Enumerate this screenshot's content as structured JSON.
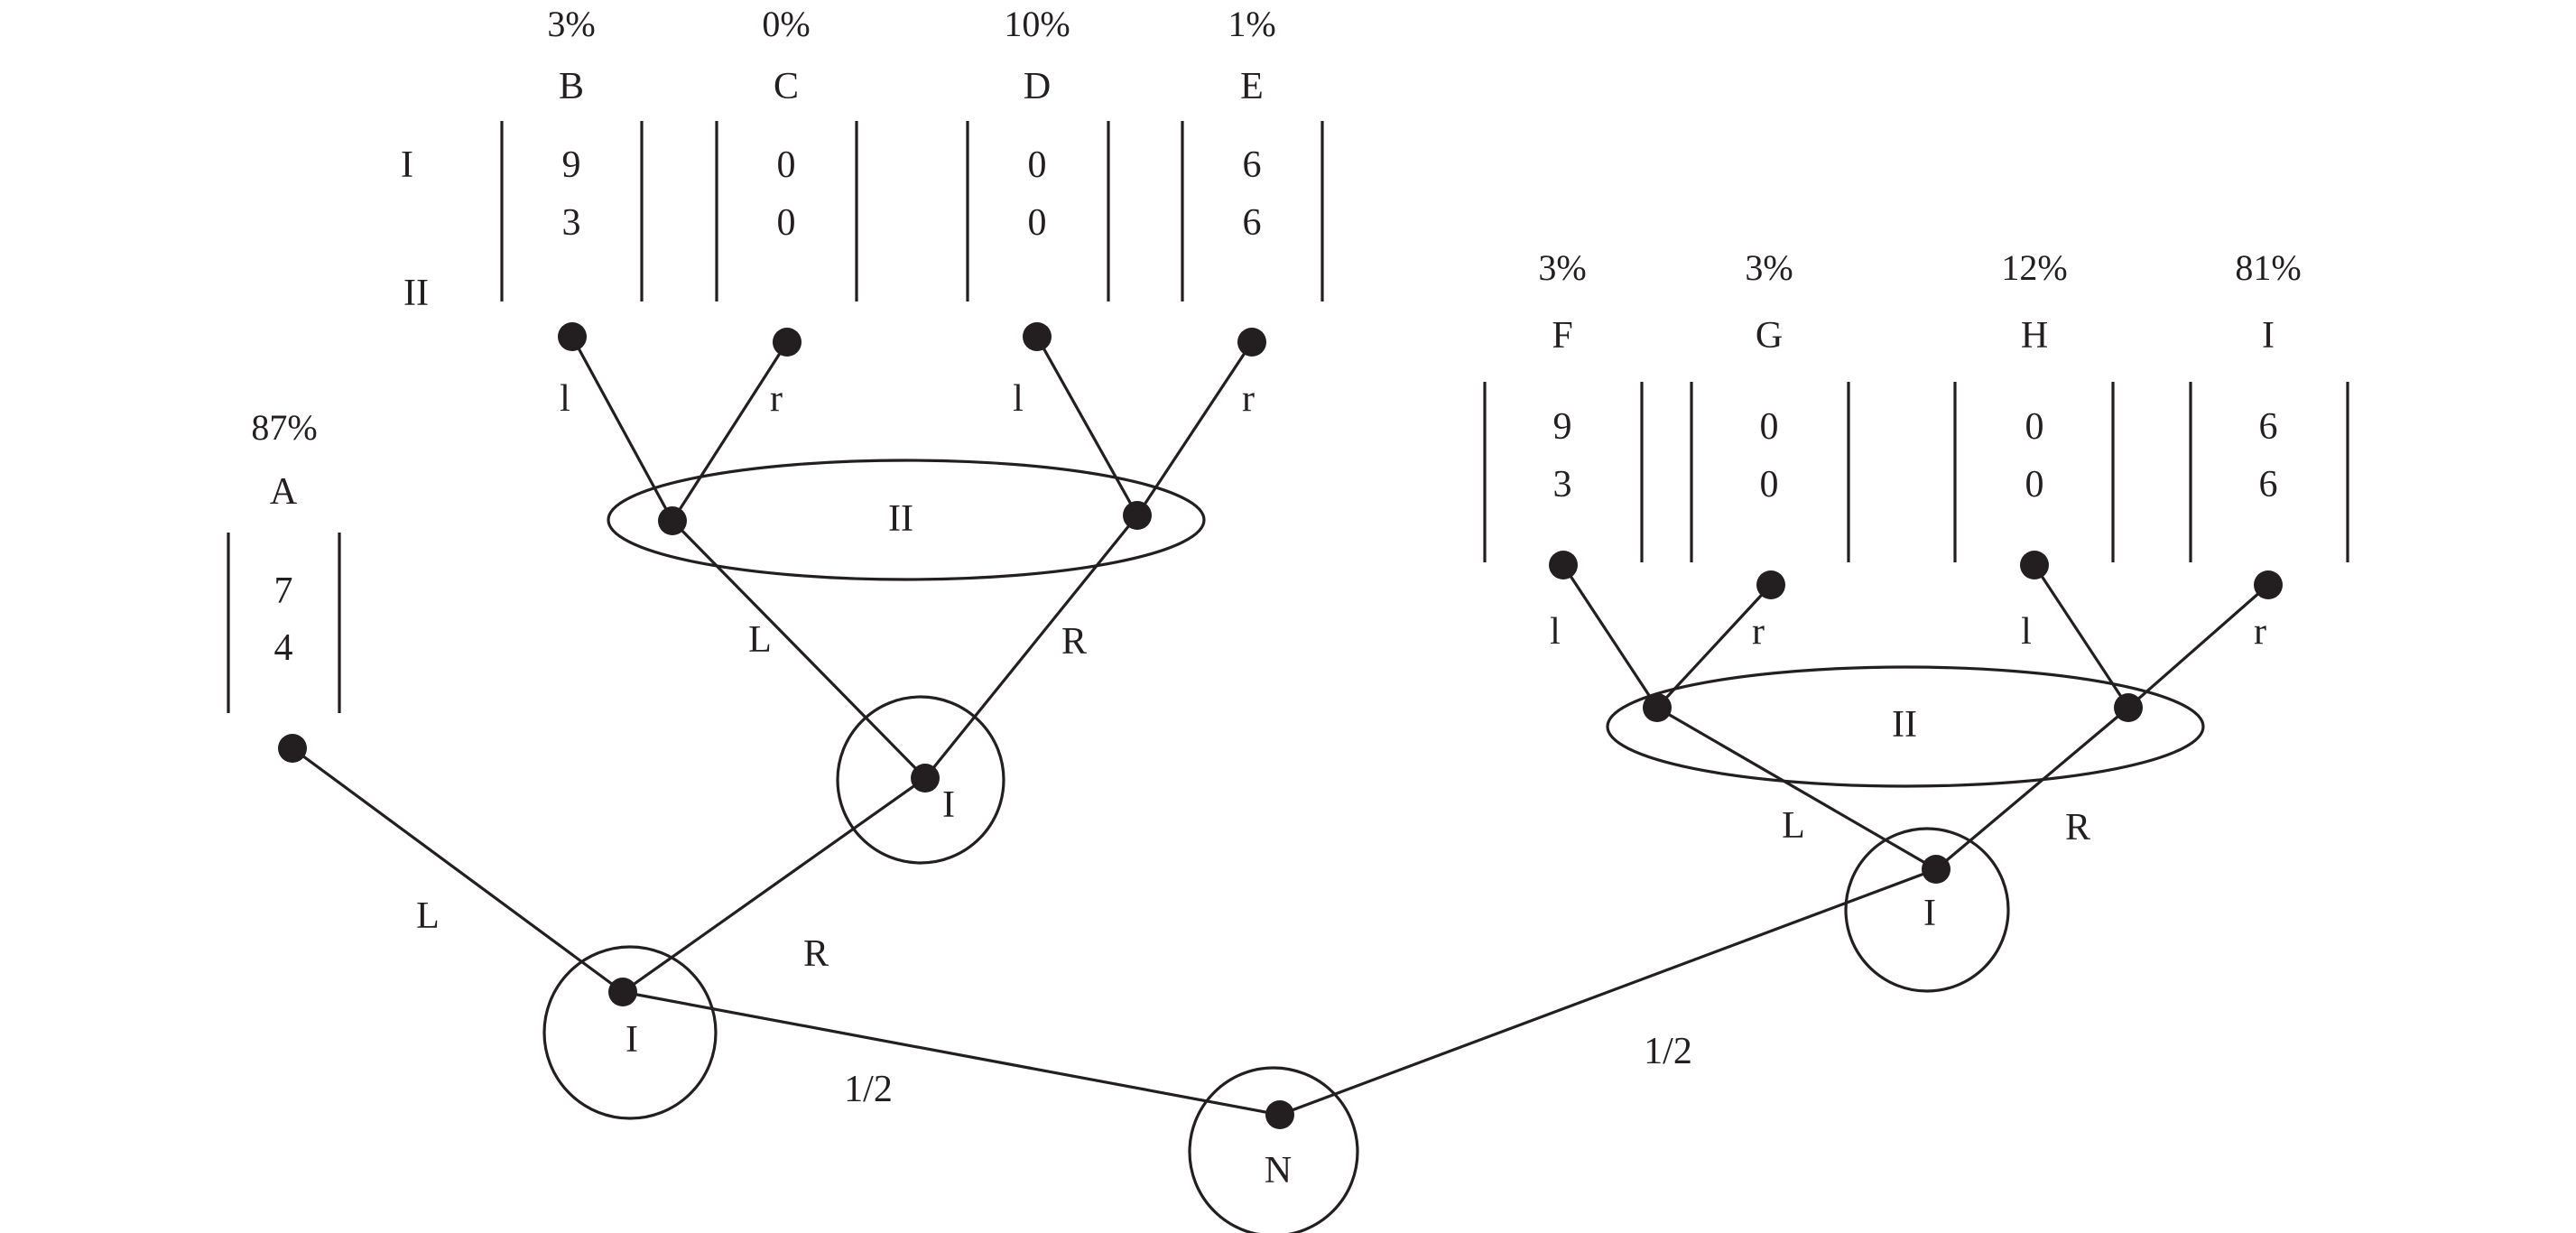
{
  "diagram": {
    "type": "extensive-form game tree",
    "chance_node": {
      "label": "N",
      "branch_probabilities": [
        "1/2",
        "1/2"
      ]
    },
    "player_labels": {
      "player1": "I",
      "player2": "II"
    },
    "left_subgame": {
      "root_label": "I",
      "move_labels": {
        "left": "L",
        "right": "R"
      },
      "second_root_label": "I",
      "info_set_label": "II",
      "player2_moves": [
        "l",
        "r",
        "l",
        "r"
      ]
    },
    "right_subgame": {
      "root_label": "I",
      "move_labels": {
        "left": "L",
        "right": "R"
      },
      "info_set_label": "II",
      "player2_moves": [
        "l",
        "r",
        "l",
        "r"
      ]
    },
    "payoff_row_labels": [
      "I",
      "II"
    ],
    "outcomes": [
      {
        "name": "A",
        "percent": "87%",
        "payoffs": [
          "7",
          "4"
        ]
      },
      {
        "name": "B",
        "percent": "3%",
        "payoffs": [
          "9",
          "3"
        ]
      },
      {
        "name": "C",
        "percent": "0%",
        "payoffs": [
          "0",
          "0"
        ]
      },
      {
        "name": "D",
        "percent": "10%",
        "payoffs": [
          "0",
          "0"
        ]
      },
      {
        "name": "E",
        "percent": "1%",
        "payoffs": [
          "6",
          "6"
        ]
      },
      {
        "name": "F",
        "percent": "3%",
        "payoffs": [
          "9",
          "3"
        ]
      },
      {
        "name": "G",
        "percent": "3%",
        "payoffs": [
          "0",
          "0"
        ]
      },
      {
        "name": "H",
        "percent": "12%",
        "payoffs": [
          "0",
          "0"
        ]
      },
      {
        "name": "I",
        "percent": "81%",
        "payoffs": [
          "6",
          "6"
        ]
      }
    ]
  }
}
